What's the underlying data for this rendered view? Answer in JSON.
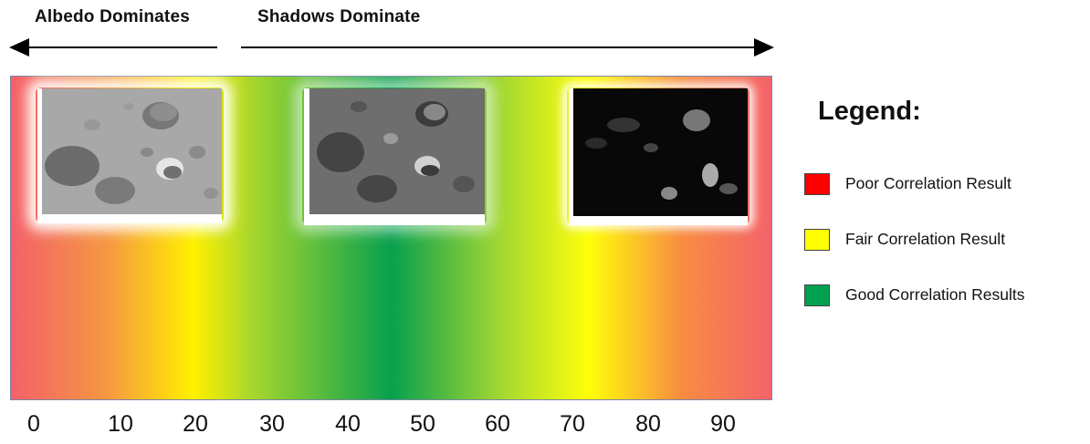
{
  "header": {
    "albedo_label": "Albedo Dominates",
    "shadows_label": "Shadows Dominate"
  },
  "scale": {
    "ticks": [
      "0",
      "10",
      "20",
      "30",
      "40",
      "50",
      "60",
      "70",
      "80",
      "90"
    ]
  },
  "colors": {
    "poor": "#ff0000",
    "fair": "#ffff00",
    "good": "#00a050"
  },
  "legend": {
    "title": "Legend:",
    "items": [
      {
        "label": "Poor Correlation Result",
        "color": "#ff0000"
      },
      {
        "label": "Fair Correlation Result",
        "color": "#ffff00"
      },
      {
        "label": "Good Correlation Results",
        "color": "#00a050"
      }
    ]
  }
}
